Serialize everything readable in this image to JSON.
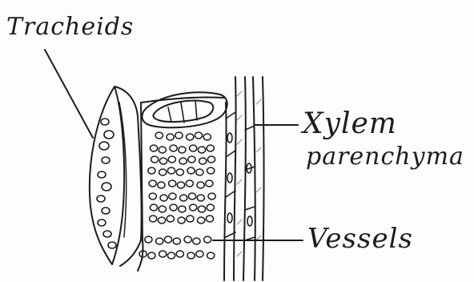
{
  "labels": {
    "tracheids": "Tracheids",
    "xylem_line1": "Xylem",
    "xylem_line2": "parenchyma",
    "vessels": "Vessels"
  },
  "colors": {
    "ink": "#1c1c1c",
    "paper": "#fdfdfb",
    "shade": "#e8e4da"
  }
}
